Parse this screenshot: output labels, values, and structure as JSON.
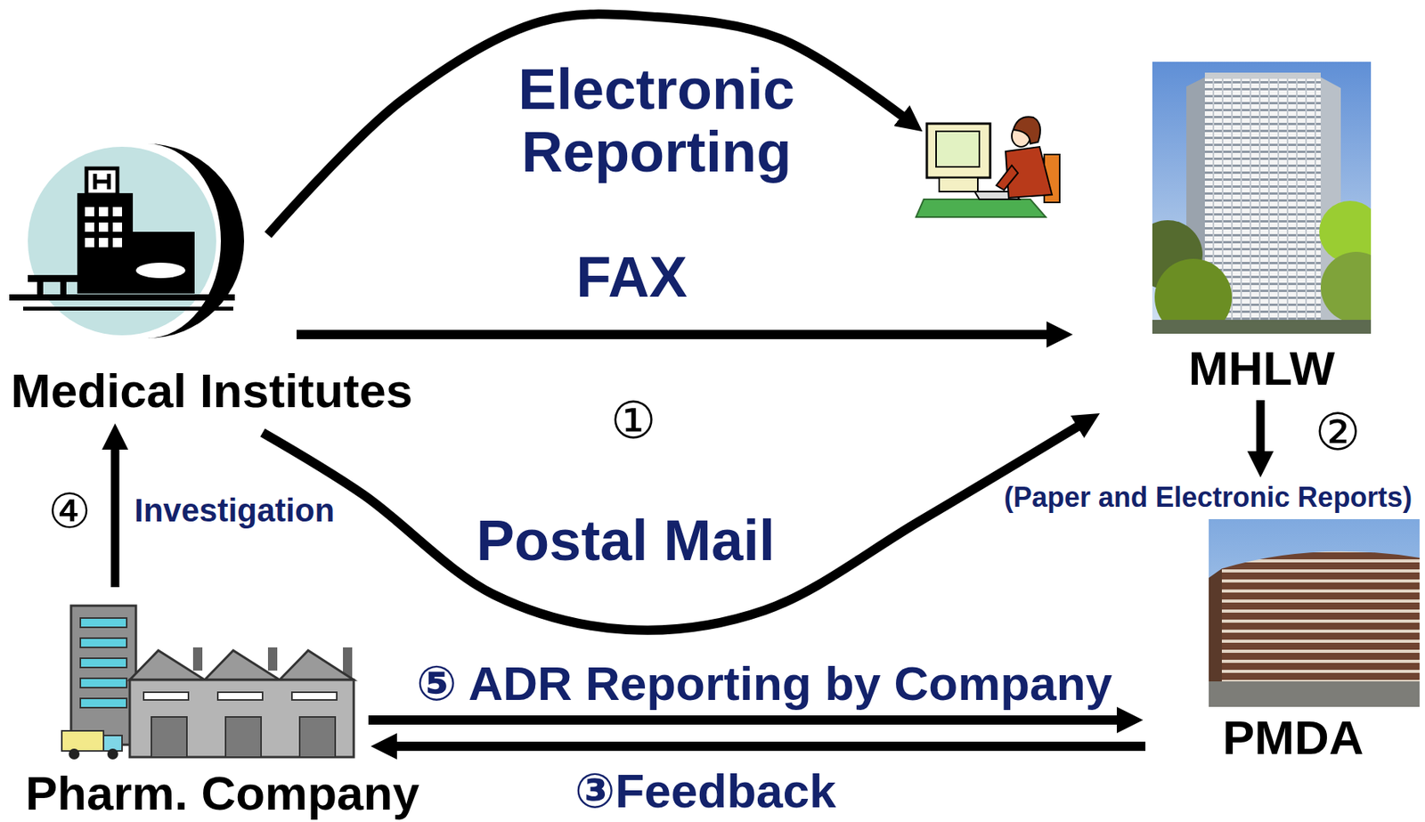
{
  "diagram": {
    "nodes": [
      {
        "text": [
          "Medical Institutes"
        ]
      },
      {
        "text": [
          "MHLW"
        ]
      },
      {
        "text": [
          "PMDA"
        ]
      },
      {
        "text": [
          "Pharm. Company"
        ]
      }
    ],
    "edges": [
      {
        "from": 0,
        "to": 1,
        "label": "Electronic Reporting",
        "arrow": "to"
      },
      {
        "from": 0,
        "to": 1,
        "label": "FAX",
        "arrow": "to"
      },
      {
        "from": 0,
        "to": 1,
        "label": "Postal Mail",
        "arrow": "to"
      },
      {
        "from": 1,
        "to": 2,
        "label": "(Paper and Electronic Reports)",
        "arrow": "to"
      },
      {
        "from": 3,
        "to": 2,
        "label": "⑤ ADR Reporting by Company",
        "arrow": "to"
      },
      {
        "from": 2,
        "to": 3,
        "label": "③Feedback",
        "arrow": "to"
      },
      {
        "from": 3,
        "to": 0,
        "label": "Investigation",
        "arrow": "to"
      }
    ],
    "labels": [
      "①",
      "②",
      "④"
    ]
  }
}
